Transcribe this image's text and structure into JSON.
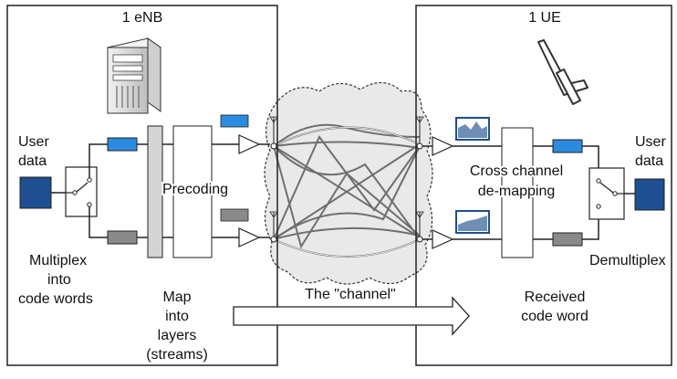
{
  "enb": {
    "title": "1 eNB",
    "user_data": [
      "User",
      "data"
    ],
    "multiplex": [
      "Multiplex",
      "into",
      "code words"
    ],
    "precoding": "Precoding",
    "map_layers": [
      "Map",
      "into",
      "layers",
      "(streams)"
    ]
  },
  "ue": {
    "title": "1 UE",
    "user_data": [
      "User",
      "data"
    ],
    "cross_channel": [
      "Cross channel",
      "de-mapping"
    ],
    "demultiplex": "Demultiplex",
    "received": [
      "Received",
      "code word"
    ]
  },
  "channel": {
    "label": "The \"channel\""
  },
  "colors": {
    "blue_dark": "#1d4f91",
    "blue_light": "#2b8be0",
    "gray_block": "#8a8a8a",
    "layer_gray": "#d4d4d4",
    "cloud_fill": "#e9e9e9",
    "line": "#222222"
  },
  "icons": {
    "enb": "base-station-icon",
    "ue": "mobile-phone-icon"
  }
}
